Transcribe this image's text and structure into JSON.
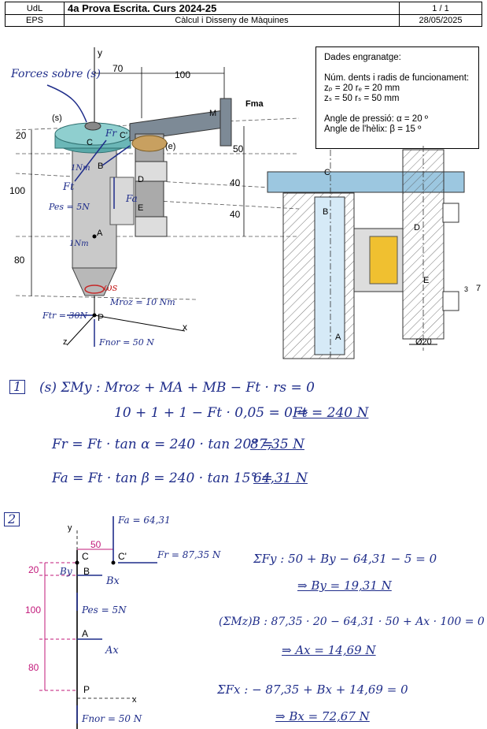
{
  "header": {
    "r1c1": "UdL",
    "r1c2": "4a Prova Escrita. Curs 2024-25",
    "r1c3": "1 / 1",
    "r2c1": "EPS",
    "r2c2": "Càlcul i Disseny de Màquines",
    "r2c3": "28/05/2025"
  },
  "data_box": {
    "title": "Dades engranatge:",
    "teeth_title": "Núm. dents i radis de funcionament:",
    "row1": "zₚ = 20    rₑ = 20 mm",
    "row2": "zₛ = 50    rₛ = 50 mm",
    "pressure": "Angle de pressió: α = 20 º",
    "helix": "Angle de l'hèlix: β = 15 º"
  },
  "fig1": {
    "forces_label": "Forces sobre (s)",
    "dim_70": "70",
    "dim_100": "100",
    "dim_20": "20",
    "dim_100v": "100",
    "dim_80": "80",
    "dim_50": "50",
    "dim_40a": "40",
    "dim_40b": "40",
    "s_label": "(s)",
    "e_label": "(e)",
    "y_label": "y",
    "x_label": "x",
    "z_label": "z",
    "M_label": "M",
    "Fma": "Fma",
    "Fr": "Fr",
    "C": "C",
    "Cp": "C'",
    "B": "B",
    "A": "A",
    "D": "D",
    "E": "E",
    "P": "P",
    "Ft": "Ft",
    "Fa": "Fa",
    "Nm1": "1Nm",
    "Nm2": "1Nm",
    "Pes": "Pes = 5N",
    "ws": "ωs",
    "Mroz": "Mroz = 10 Nm",
    "Ftr": "Ftr = 30N",
    "Fnor": "Fnor = 50 N"
  },
  "fig2": {
    "C": "C",
    "B": "B",
    "D": "D",
    "E": "E",
    "A": "A",
    "dim_7": "7",
    "dim_3": "3",
    "dia_20": "Ø20"
  },
  "sol1": {
    "num": "1",
    "l1a": "(s)  ΣMy :  Mroz + MA + MB − Ft · rs = 0",
    "l2a": "10 + 1 + 1 − Ft · 0,05 = 0   ⇒",
    "l2b": "Ft = 240 N",
    "l3a": "Fr = Ft · tan α = 240 · tan 20° =",
    "l3b": "87,35 N",
    "l4a": "Fa = Ft · tan β = 240 · tan 15° =",
    "l4b": "64,31 N"
  },
  "sol2": {
    "num": "2",
    "y": "y",
    "x": "x",
    "Fa": "Fa = 64,31",
    "Fr": "Fr = 87,35 N",
    "d50": "50",
    "d20": "20",
    "d100": "100",
    "d80": "80",
    "C": "C",
    "Cp": "C'",
    "By": "By",
    "B": "B",
    "Bx": "Bx",
    "Pes": "Pes = 5N",
    "A": "A",
    "Ax": "Ax",
    "P": "P",
    "Fnor": "Fnor = 50 N",
    "e1": "ΣFy :  50 + By − 64,31 − 5 = 0",
    "r1": "⇒  By = 19,31 N",
    "e2": "(ΣMz)B :  87,35 · 20 − 64,31 · 50 + Ax · 100 = 0",
    "r2": "⇒  Ax = 14,69 N",
    "e3": "ΣFx :  − 87,35 + Bx + 14,69 = 0",
    "r3": "⇒  Bx = 72,67 N"
  }
}
